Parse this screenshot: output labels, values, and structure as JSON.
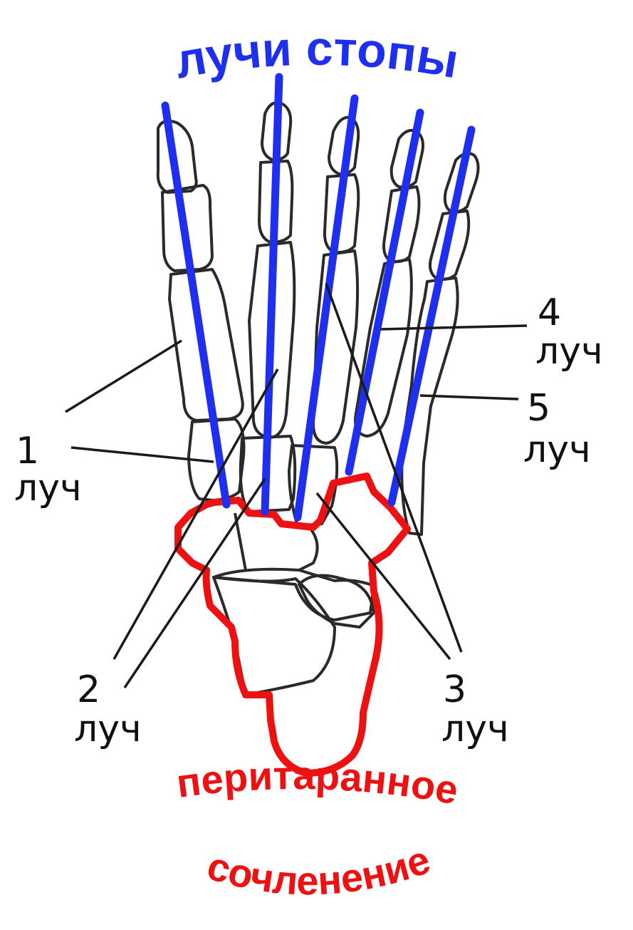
{
  "title": "лучи стопы",
  "rays": [
    {
      "number": "1",
      "word": "луч"
    },
    {
      "number": "2",
      "word": "луч"
    },
    {
      "number": "3",
      "word": "луч"
    },
    {
      "number": "4",
      "word": "луч"
    },
    {
      "number": "5",
      "word": "луч"
    }
  ],
  "joint_label": {
    "line1": "перитаранное",
    "line2": "сочленение"
  },
  "colors": {
    "ray": "#1f2ff0",
    "joint": "#ee1111",
    "bone_outline": "#2a2a2a",
    "text": "#111111"
  }
}
